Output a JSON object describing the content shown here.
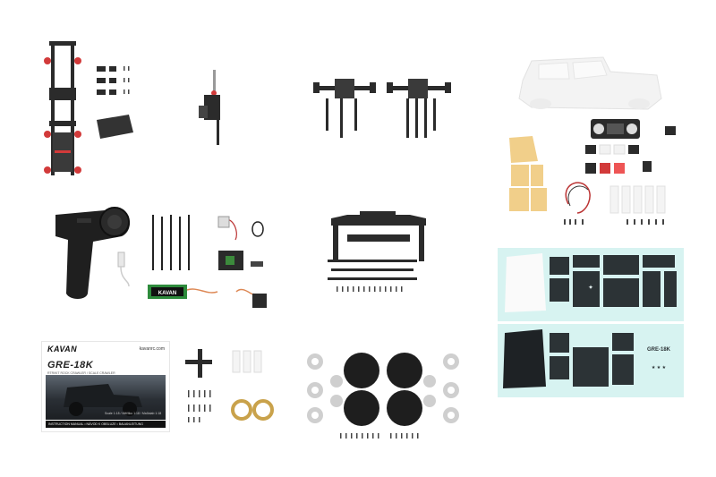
{
  "manual": {
    "brand": "KAVAN",
    "website": "kavanrc.com",
    "model": "GRE-18K",
    "subtitle": "RTR/KIT ROCK CRAWLER / SCALE CRAWLER",
    "scale": "Scale 1:18 / Měřítko 1:18 / Maßstab 1:18",
    "title": "INSTRUCTION MANUAL • NÁVOD K OBSLUZE • BAUANLEITUNG"
  },
  "battery": {
    "label": "KAVAN"
  },
  "decals": {
    "logo_text": "GRE-18K"
  },
  "colors": {
    "part_dark": "#2b2b2b",
    "part_red": "#d23a3a",
    "decal_sheet": "#d7f3f1",
    "tan_window": "#f1cf8a",
    "brass": "#c9a24b",
    "bearing": "#cfcfcf"
  }
}
